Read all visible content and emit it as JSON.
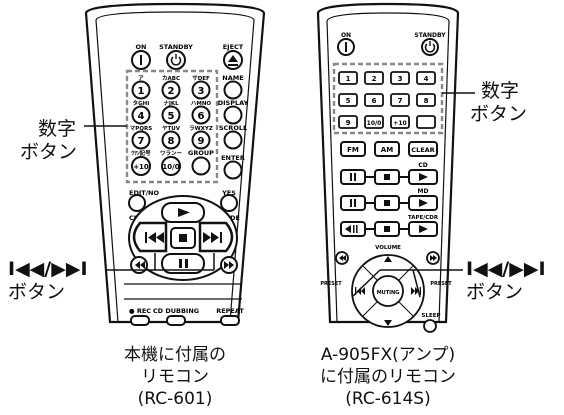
{
  "left_remote": {
    "on": "ON",
    "standby": "STANDBY",
    "eject": "EJECT",
    "key_labels": [
      "ア",
      "カABC",
      "サDEF",
      "タGHI",
      "ナJKL",
      "ハMNO",
      "マPQRS",
      "ヤTUV",
      "ラWXYZ",
      "ﾜｦﾝ記号",
      "ワランー"
    ],
    "digits": [
      "1",
      "2",
      "3",
      "4",
      "5",
      "6",
      "7",
      "8",
      "9",
      "+10",
      "10/0"
    ],
    "name": "NAME",
    "display": "DISPLAY",
    "scroll": "SCROLL",
    "group": "GROUP",
    "enter": "ENTER",
    "edit_no": "EDIT/NO",
    "yes": "YES",
    "clear": "CLEAR",
    "mode": "MODE",
    "rec": "● REC",
    "cd_dubbing": "CD DUBBING",
    "repeat": "REPEAT",
    "caption": [
      "本機に付属の",
      "リモコン",
      "(RC-601)"
    ]
  },
  "right_remote": {
    "on": "ON",
    "standby": "STANDBY",
    "digits": [
      "1",
      "2",
      "3",
      "4",
      "5",
      "6",
      "7",
      "8",
      "9",
      "10/0",
      "+10"
    ],
    "fm": "FM",
    "am": "AM",
    "clear": "CLEAR",
    "cd": "CD",
    "md": "MD",
    "tape_cdr": "TAPE/CDR",
    "volume": "VOLUME",
    "preset": "PRESET",
    "muting": "MUTING",
    "sleep": "SLEEP",
    "caption": [
      "A-905FX(アンプ)",
      "に付属のリモコン",
      "(RC-614S)"
    ]
  },
  "callouts": {
    "numeric_left": [
      "数字",
      "ボタン"
    ],
    "numeric_right": [
      "数字",
      "ボタン"
    ],
    "skip_left": [
      "I◀◀/▶▶I",
      "ボタン"
    ],
    "skip_right": [
      "I◀◀/▶▶I",
      "ボタン"
    ]
  }
}
